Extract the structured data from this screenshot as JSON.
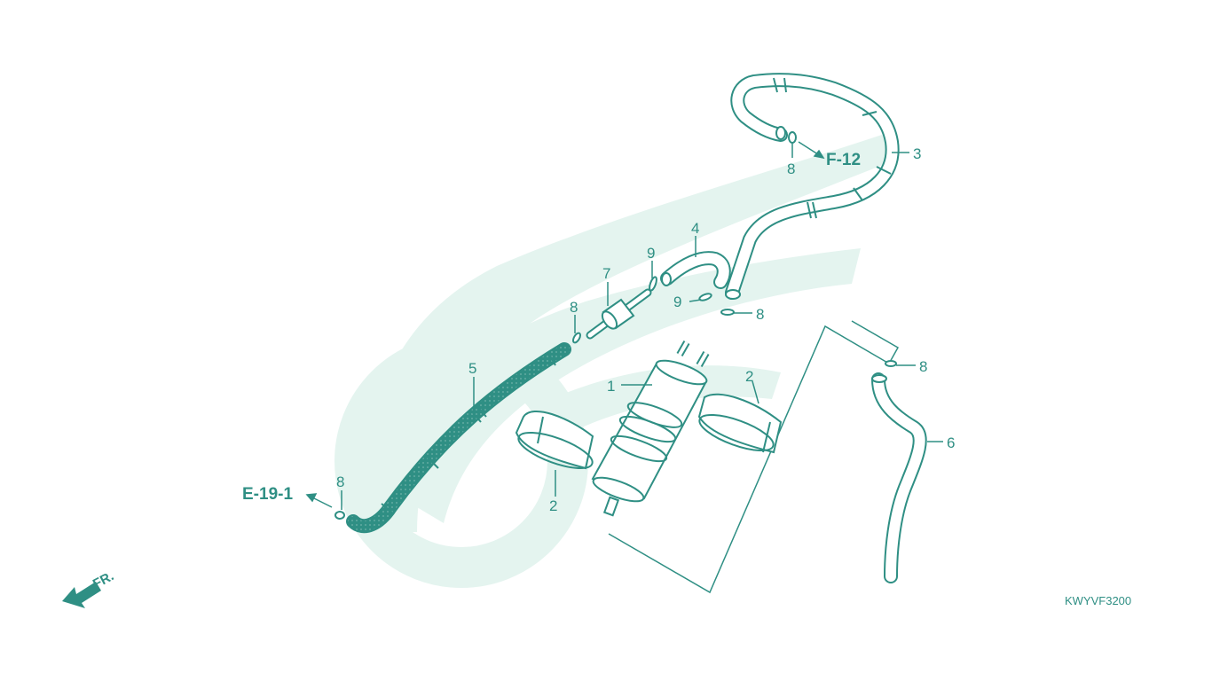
{
  "colors": {
    "line": "#2f8f84",
    "fill": "#ffffff",
    "watermark": "#e4f4ef",
    "hatch": "#6fb3aa"
  },
  "watermark": {
    "icon": "wing-gear-logo"
  },
  "parts": {
    "p1": "1",
    "p2a": "2",
    "p2b": "2",
    "p3": "3",
    "p4": "4",
    "p5": "5",
    "p6": "6",
    "p7": "7",
    "p8a": "8",
    "p8b": "8",
    "p8c": "8",
    "p8d": "8",
    "p8e": "8",
    "p9a": "9",
    "p9b": "9"
  },
  "refs": {
    "f12": "F-12",
    "e191": "E-19-1"
  },
  "direction": {
    "label": "FR.",
    "icon": "front-direction-arrow-icon"
  },
  "diagram_code": "KWYVF3200"
}
